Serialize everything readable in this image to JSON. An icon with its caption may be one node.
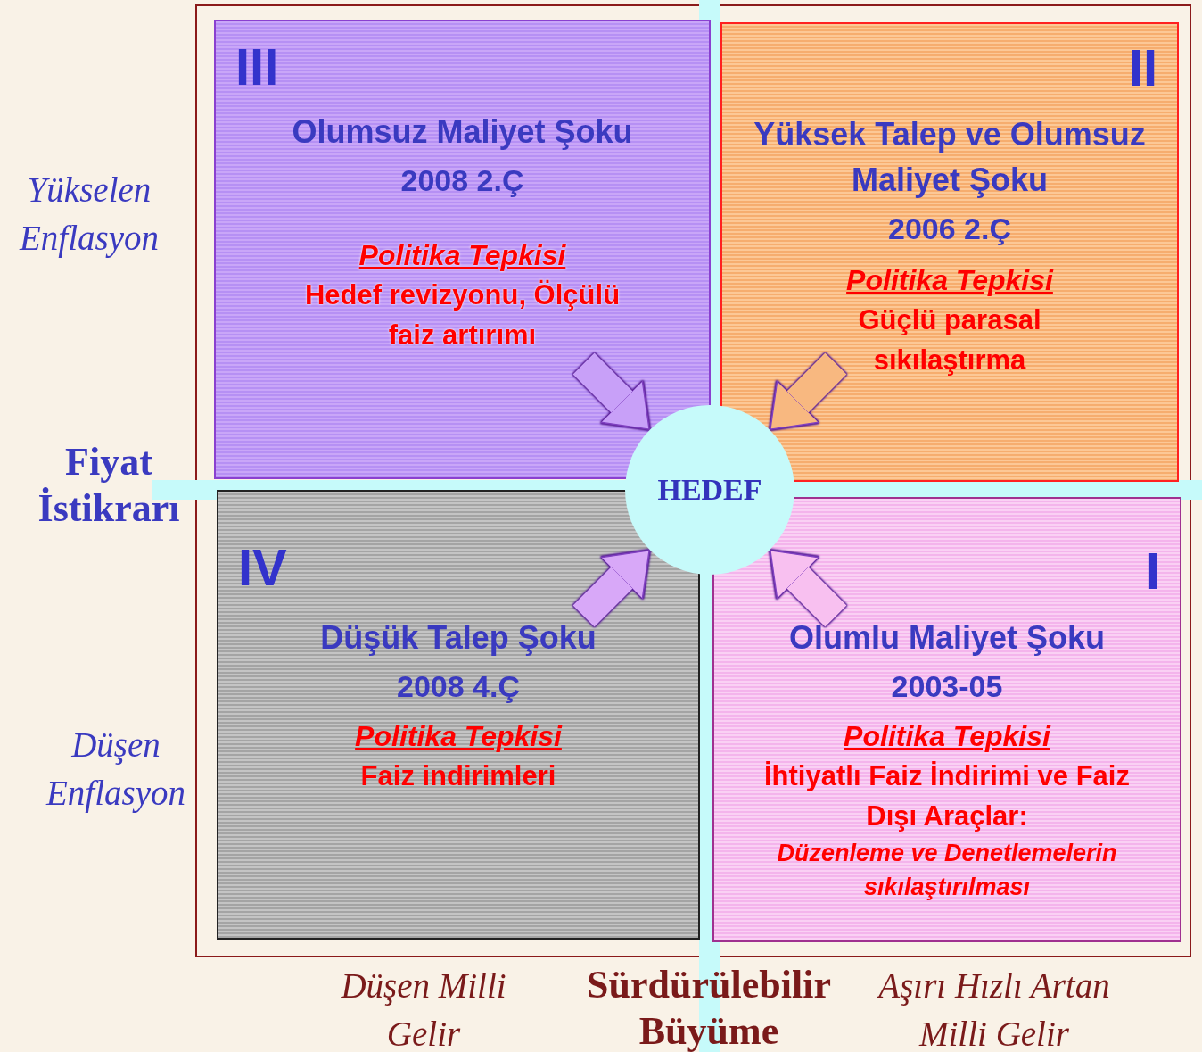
{
  "diagram": {
    "nodes": [
      {
        "text": [
          "III",
          "Olumsuz Maliyet Şoku",
          "2008 2.Ç",
          "Politika Tepkisi",
          "Hedef revizyonu, Ölçülü faiz artırımı"
        ]
      },
      {
        "text": [
          "II",
          "Yüksek Talep ve Olumsuz Maliyet Şoku",
          "2006 2.Ç",
          "Politika Tepkisi",
          "Güçlü parasal sıkılaştırma"
        ]
      },
      {
        "text": [
          "HEDEF"
        ]
      },
      {
        "text": [
          "IV",
          "Düşük Talep Şoku",
          "2008 4.Ç",
          "Politika Tepkisi",
          "Faiz indirimleri"
        ]
      },
      {
        "text": [
          "I",
          "Olumlu Maliyet Şoku",
          "2003-05",
          "Politika Tepkisi",
          "İhtiyatlı Faiz İndirimi ve Faiz Dışı Araçlar:",
          "Düzenleme ve Denetlemelerin sıkılaştırılması"
        ]
      }
    ],
    "edges": [
      {
        "from": 0,
        "to": 2,
        "arrow": "to",
        "color": "#c8a0f8"
      },
      {
        "from": 1,
        "to": 2,
        "arrow": "to",
        "color": "#f8b880"
      },
      {
        "from": 3,
        "to": 2,
        "arrow": "to",
        "color": "#d8a8f8"
      },
      {
        "from": 4,
        "to": 2,
        "arrow": "to",
        "color": "#f8c0f0"
      }
    ],
    "labels": [
      "Yükselen Enflasyon",
      "Fiyat İstikrarı",
      "Düşen Enflasyon",
      "Düşen Milli Gelir",
      "Sürdürülebilir Büyüme",
      "Aşırı Hızlı Artan Milli Gelir"
    ]
  }
}
